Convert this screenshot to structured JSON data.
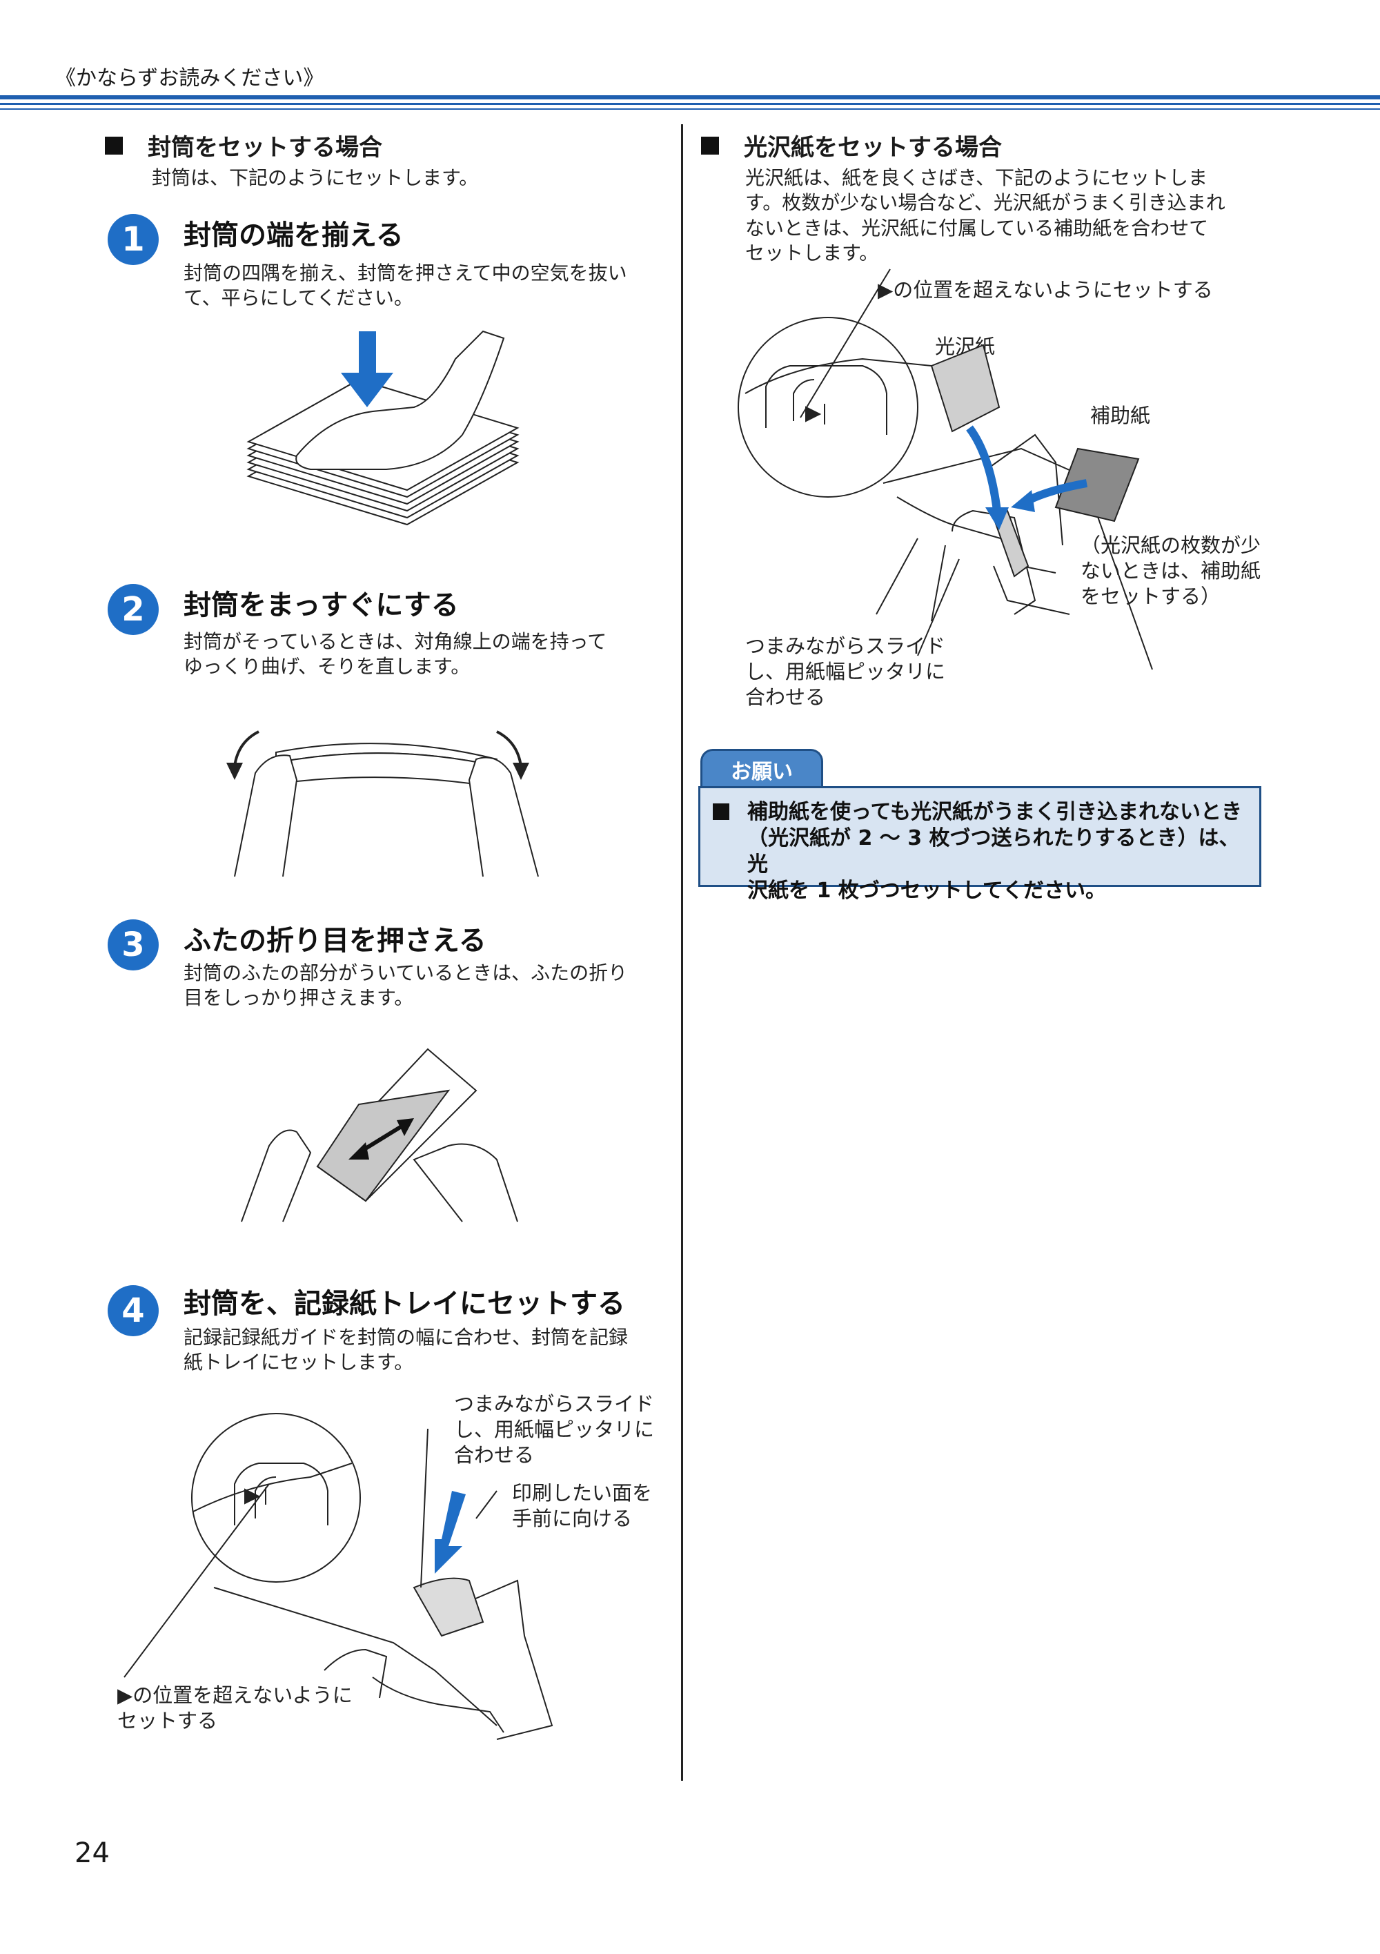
{
  "header": {
    "label": "《かならずお読みください》"
  },
  "left": {
    "section_title": "封筒をセットする場合",
    "section_intro": "封筒は、下記のようにセットします。",
    "steps": [
      {
        "number": "1",
        "title": "封筒の端を揃える",
        "line1": "封筒の四隅を揃え、封筒を押さえて中の空気を抜い",
        "line2": "て、平らにしてください。"
      },
      {
        "number": "2",
        "title": "封筒をまっすぐにする",
        "line1": "封筒がそっているときは、対角線上の端を持って",
        "line2": "ゆっくり曲げ、そりを直します。"
      },
      {
        "number": "3",
        "title": "ふたの折り目を押さえる",
        "line1": "封筒のふたの部分がういているときは、ふたの折り",
        "line2": "目をしっかり押さえます。"
      },
      {
        "number": "4",
        "title": "封筒を、記録紙トレイにセットする",
        "line1": "記録記録紙ガイドを封筒の幅に合わせ、封筒を記録",
        "line2": "紙トレイにセットします。"
      }
    ],
    "step4_callouts": {
      "slide_1": "つまみながらスライド",
      "slide_2": "し、用紙幅ピッタリに",
      "slide_3": "合わせる",
      "print_1": "印刷したい面を",
      "print_2": "手前に向ける",
      "limit_1": "▶の位置を超えないように",
      "limit_2": "セットする"
    }
  },
  "right": {
    "section_title": "光沢紙をセットする場合",
    "intro_1": "光沢紙は、紙を良くさばき、下記のようにセットしま",
    "intro_2": "す。枚数が少ない場合など、光沢紙がうまく引き込まれ",
    "intro_3": "ないときは、光沢紙に付属している補助紙を合わせて",
    "intro_4": "セットします。",
    "callouts": {
      "limit": "▶の位置を超えないようにセットする",
      "glossy": "光沢紙",
      "aux": "補助紙",
      "few_1": "（光沢紙の枚数が少",
      "few_2": "ないときは、補助紙",
      "few_3": "をセットする）",
      "slide_1": "つまみながらスライド",
      "slide_2": "し、用紙幅ピッタリに",
      "slide_3": "合わせる"
    },
    "note": {
      "tab": "お願い",
      "line1": "補助紙を使っても光沢紙がうまく引き込まれないとき",
      "line2": "（光沢紙が 2 ～ 3 枚づつ送られたりするとき）は、光",
      "line3": "沢紙を 1 枚づつセットしてください。"
    }
  },
  "footer": {
    "page_number": "24"
  },
  "colors": {
    "accent_blue": "#1f6ec6",
    "rule_blue": "#1f5fb0",
    "note_bg": "#d8e4f2"
  }
}
